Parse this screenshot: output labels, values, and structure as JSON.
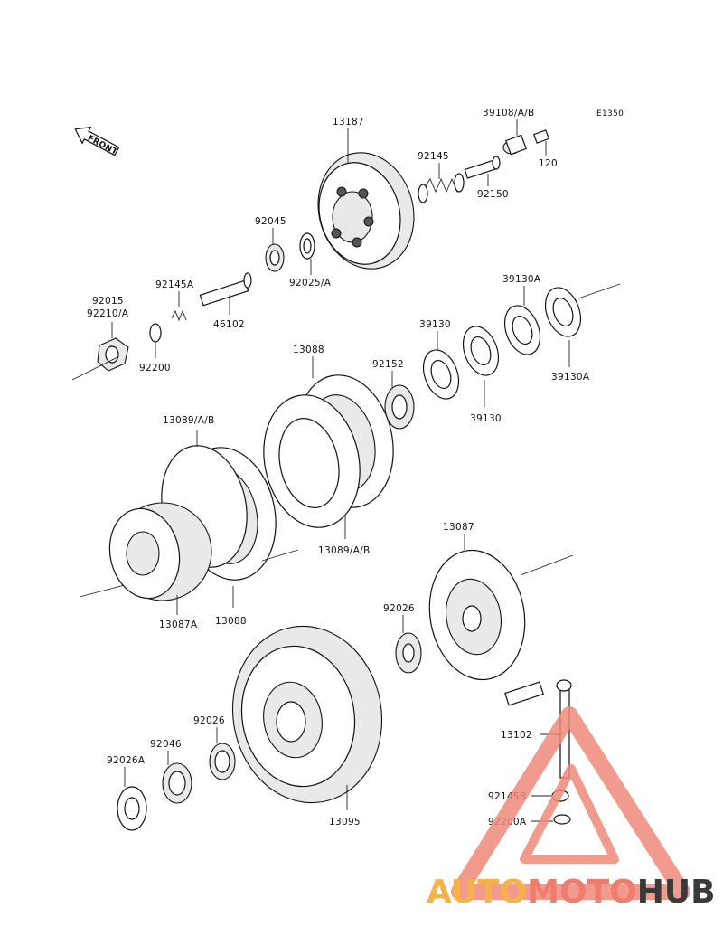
{
  "diagram_code": "E1350",
  "front_indicator": "FRONT",
  "watermark": {
    "part1": "AUTO",
    "part2": "MOTO",
    "part3": "HUB",
    "color1": "#f6b24a",
    "color2": "#ef7d6d",
    "color3": "#3a3a3a"
  },
  "labels": {
    "p13187": "13187",
    "p39108": "39108/A/B",
    "p120": "120",
    "p92145": "92145",
    "p92150": "92150",
    "p92045": "92045",
    "p92025": "92025/A",
    "p92145a": "92145A",
    "p46102": "46102",
    "p92015": "92015",
    "p92210": "92210/A",
    "p92200": "92200",
    "p39130a_top": "39130A",
    "p39130_top": "39130",
    "p39130a_right": "39130A",
    "p39130_bottom": "39130",
    "p92152": "92152",
    "p13088_top": "13088",
    "p13089_left": "13089/A/B",
    "p13089_bottom": "13089/A/B",
    "p13087": "13087",
    "p92026_top": "92026",
    "p13087a": "13087A",
    "p13088_bottom": "13088",
    "p92026_left": "92026",
    "p92046": "92046",
    "p92026a": "92026A",
    "p13095": "13095",
    "p13102": "13102",
    "p92145b": "92145B",
    "p92200a": "92200A"
  }
}
